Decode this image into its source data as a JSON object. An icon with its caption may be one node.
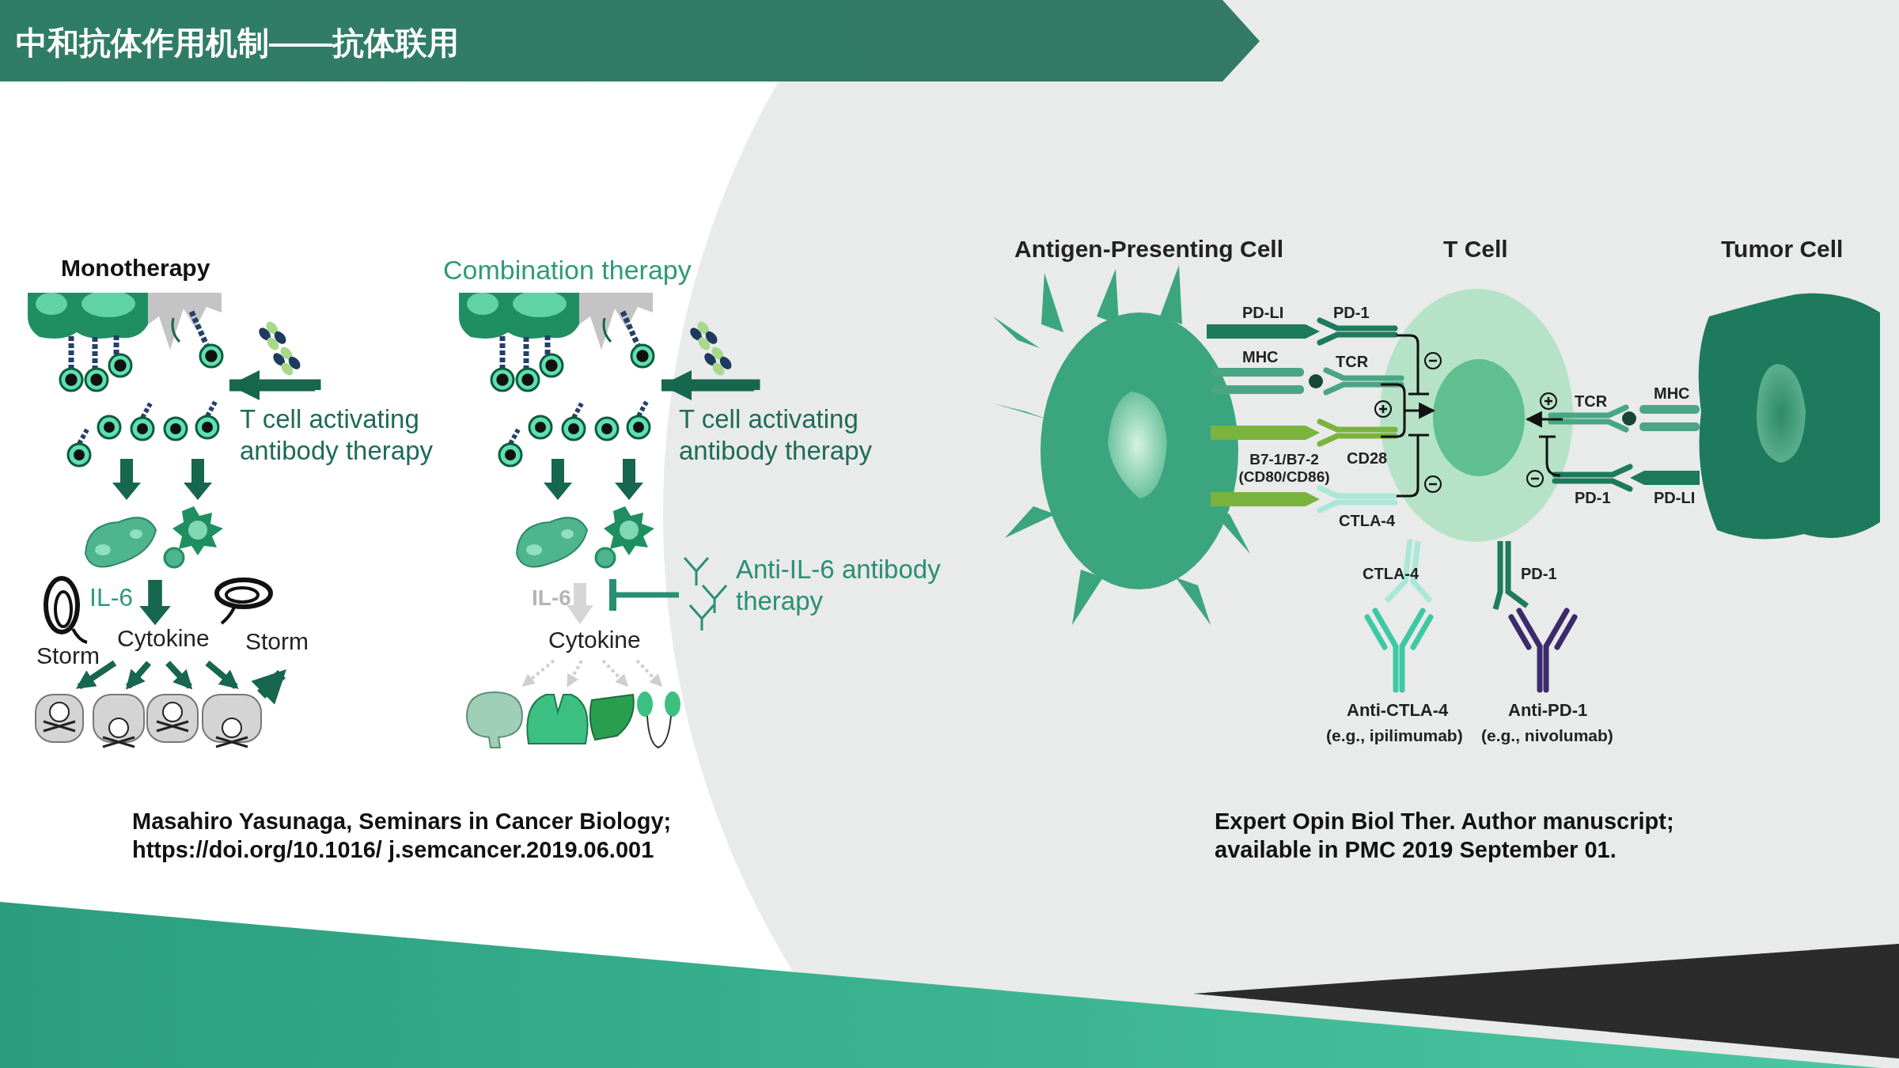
{
  "diagram": {
    "title": "中和抗体作用机制——抗体联用",
    "nodes": [
      {
        "text": [
          "T cell activating antibody therapy"
        ]
      },
      {
        "text": [],
        "shape": "picture",
        "beside": [
          "Monotherapy"
        ]
      },
      {
        "text": [
          "T cell activating antibody therapy"
        ]
      },
      {
        "text": [],
        "shape": "picture",
        "beside": [
          "Combination therapy"
        ]
      },
      {
        "text": [
          "Anti-IL-6 antibody therapy"
        ]
      },
      {
        "text": [
          "IL-6"
        ]
      }
    ],
    "edges": [
      {
        "from": 0,
        "to": 1,
        "arrow": "to"
      },
      {
        "from": 2,
        "to": 3,
        "arrow": "to"
      },
      {
        "from": 4,
        "to": 5,
        "arrow": "other",
        "color": "#2a8f72"
      }
    ],
    "labels": [
      "IL-6",
      "Storm",
      "Cytokine",
      "Storm",
      "Cytokine",
      "Antigen-Presenting Cell",
      "T Cell",
      "Tumor Cell",
      "PD-LI",
      "PD-1",
      "MHC",
      "TCR",
      "B7-1/B7-2 (CD80/CD86)",
      "CD28",
      "CTLA-4",
      "TCR",
      "MHC",
      "PD-1",
      "PD-LI",
      "CTLA-4",
      "PD-1",
      "Anti-CTLA-4",
      "(e.g., ipilimumab)",
      "Anti-PD-1",
      "(e.g., nivolumab)",
      "Masahiro Yasunaga, Seminars in Cancer Biology; https://doi.org/10.1016/ j.semcancer.2019.06.001",
      "Expert Opin Biol Ther. Author manuscript; available in PMC 2019 September 01."
    ]
  }
}
